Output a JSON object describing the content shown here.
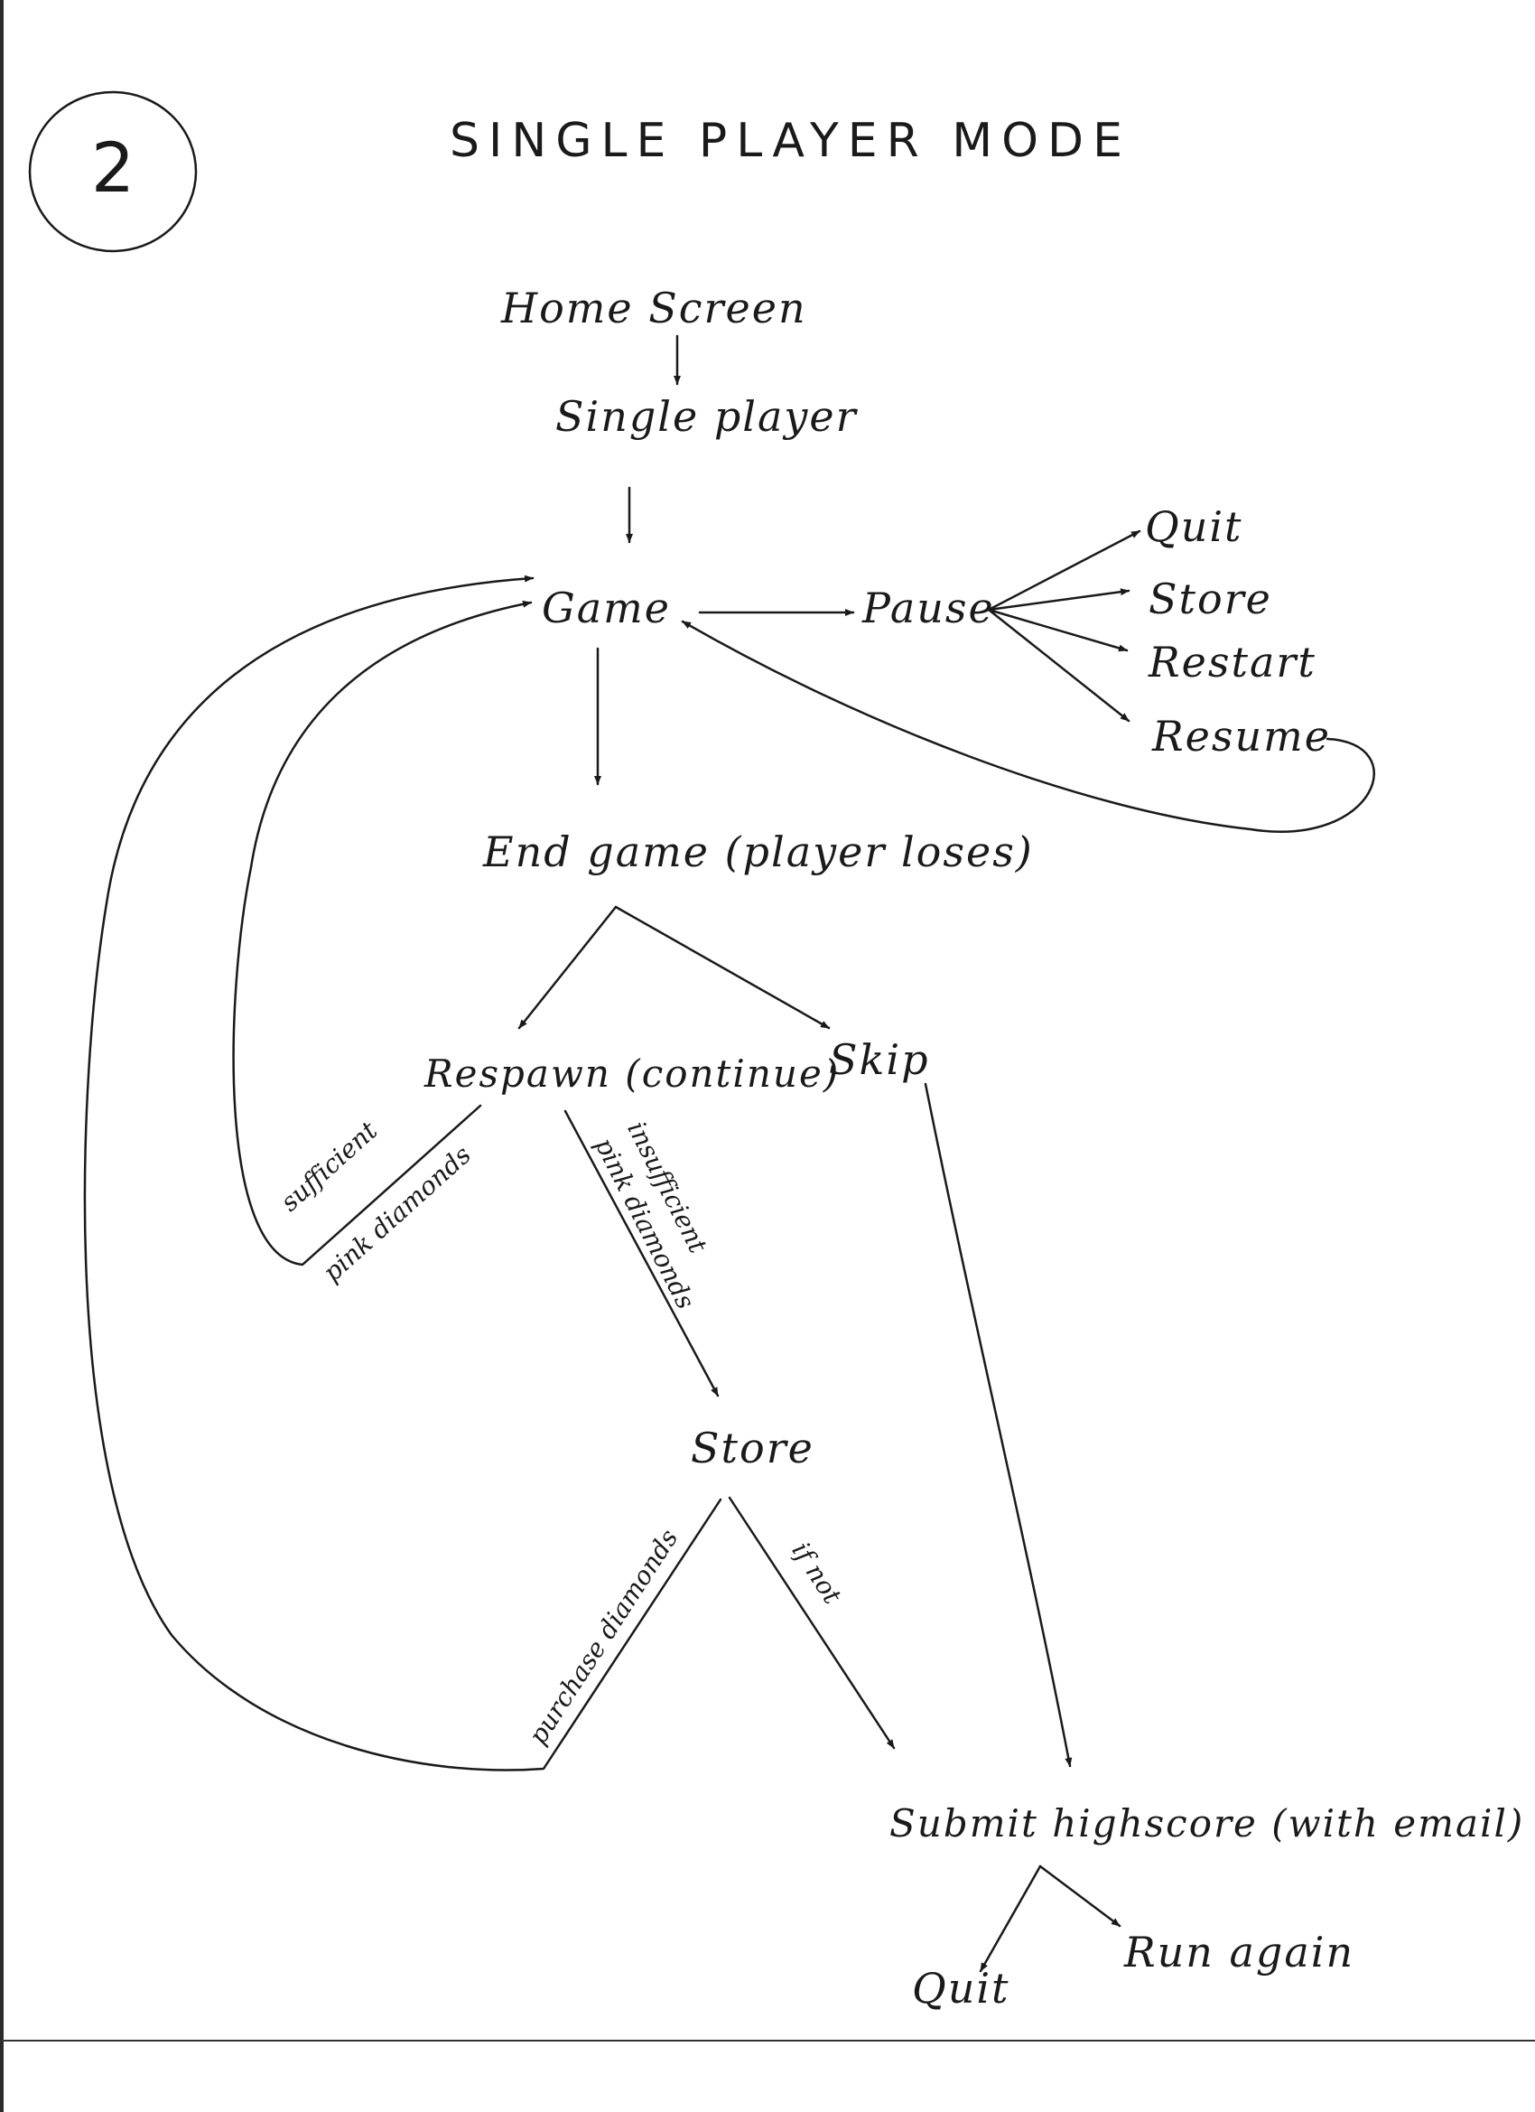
{
  "page_number": "2",
  "title": "SINGLE PLAYER MODE",
  "nodes": {
    "home_screen": "Home Screen",
    "single_player": "Single player",
    "game": "Game",
    "pause": "Pause",
    "quit_pause": "Quit",
    "store_pause": "Store",
    "restart": "Restart",
    "resume": "Resume",
    "end_game": "End game (player loses)",
    "respawn": "Respawn (continue)",
    "skip": "Skip",
    "store": "Store",
    "submit_highscore": "Submit highscore (with email)",
    "quit_final": "Quit",
    "run_again": "Run again"
  },
  "edge_labels": {
    "sufficient": "sufficient",
    "pink_diamonds_1": "pink diamonds",
    "insufficient": "insufficient",
    "pink_diamonds_2": "pink diamonds",
    "purchase_diamonds": "purchase diamonds",
    "if_not": "if not"
  }
}
